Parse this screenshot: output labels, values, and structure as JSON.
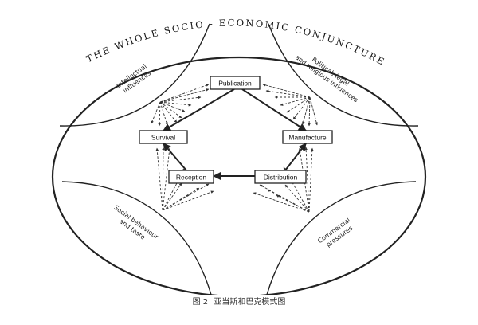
{
  "diagram": {
    "title": "THE WHOLE SOCIO - ECONOMIC CONJUNCTURE",
    "nodes": {
      "publication": "Publication",
      "survival": "Survival",
      "manufacture": "Manufacture",
      "reception": "Reception",
      "distribution": "Distribution"
    },
    "influences": {
      "intellectual": [
        "Intellectual",
        "influences"
      ],
      "political": [
        "Political, legal",
        "and religious influences"
      ],
      "social": [
        "Social behaviour",
        "and taste"
      ],
      "commercial": [
        "Commercial",
        "pressures"
      ]
    }
  },
  "caption": {
    "label": "图 2",
    "text": "亚当斯和巴克模式图"
  }
}
